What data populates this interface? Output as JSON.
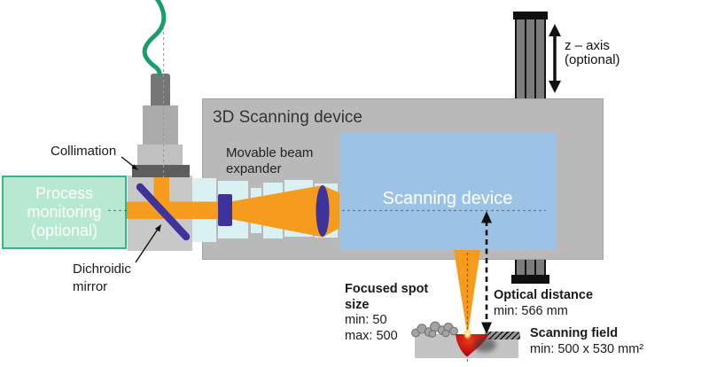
{
  "diagram": {
    "title": "3D Scanning device",
    "scanner_label": "Scanning device",
    "process_monitoring": {
      "line1": "Process",
      "line2": "monitoring",
      "line3": "(optional)"
    },
    "beam_expander": {
      "line1": "Movable beam",
      "line2": "expander"
    },
    "collimation_label": "Collimation",
    "dichroic": {
      "line1": "Dichroidic",
      "line2": "mirror"
    },
    "z_axis": {
      "line1": "z – axis",
      "line2": "(optional)"
    },
    "focused_spot": {
      "title_line1": "Focused spot",
      "title_line2": "size",
      "min": "min: 50",
      "max": "max: 500"
    },
    "optical_distance": {
      "title": "Optical distance",
      "min": "min: 566 mm"
    },
    "scanning_field": {
      "title": "Scanning field",
      "min": "min: 500 x 530 mm²"
    }
  },
  "colors": {
    "beam_orange": "#F59C1F",
    "lens_purple": "#3E339B",
    "scanner_blue": "#9CC3E6",
    "housing_gray": "#B9B9B9",
    "optics_cyan": "#DAF1F3",
    "process_green_fill": "#B7E8D1",
    "process_green_border": "#3AB385",
    "fiber_green": "#189E68",
    "melt_red": "#C41212",
    "substrate_gray": "#C4C4C4"
  }
}
